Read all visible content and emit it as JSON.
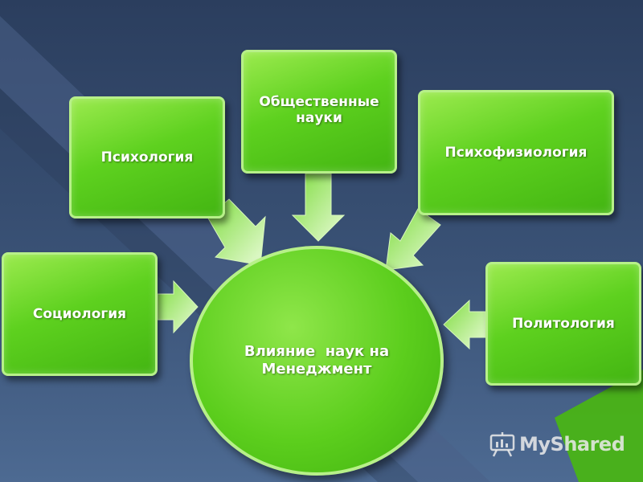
{
  "diagram": {
    "center": "Влияние  наук на Менеджмент",
    "nodes": {
      "psychology": "Психология",
      "social_sciences": "Общественные науки",
      "psychophysiology": "Психофизиология",
      "sociology": "Социология",
      "political_science": "Политология"
    }
  },
  "watermark": {
    "text": "MyShared",
    "icon": "presentation-board-icon"
  },
  "colors": {
    "background": "#34496b",
    "box_fill": "#5ed11f",
    "box_border": "#b7f089",
    "arrow_fill": "#c9f3a4",
    "text": "#ffffff"
  }
}
